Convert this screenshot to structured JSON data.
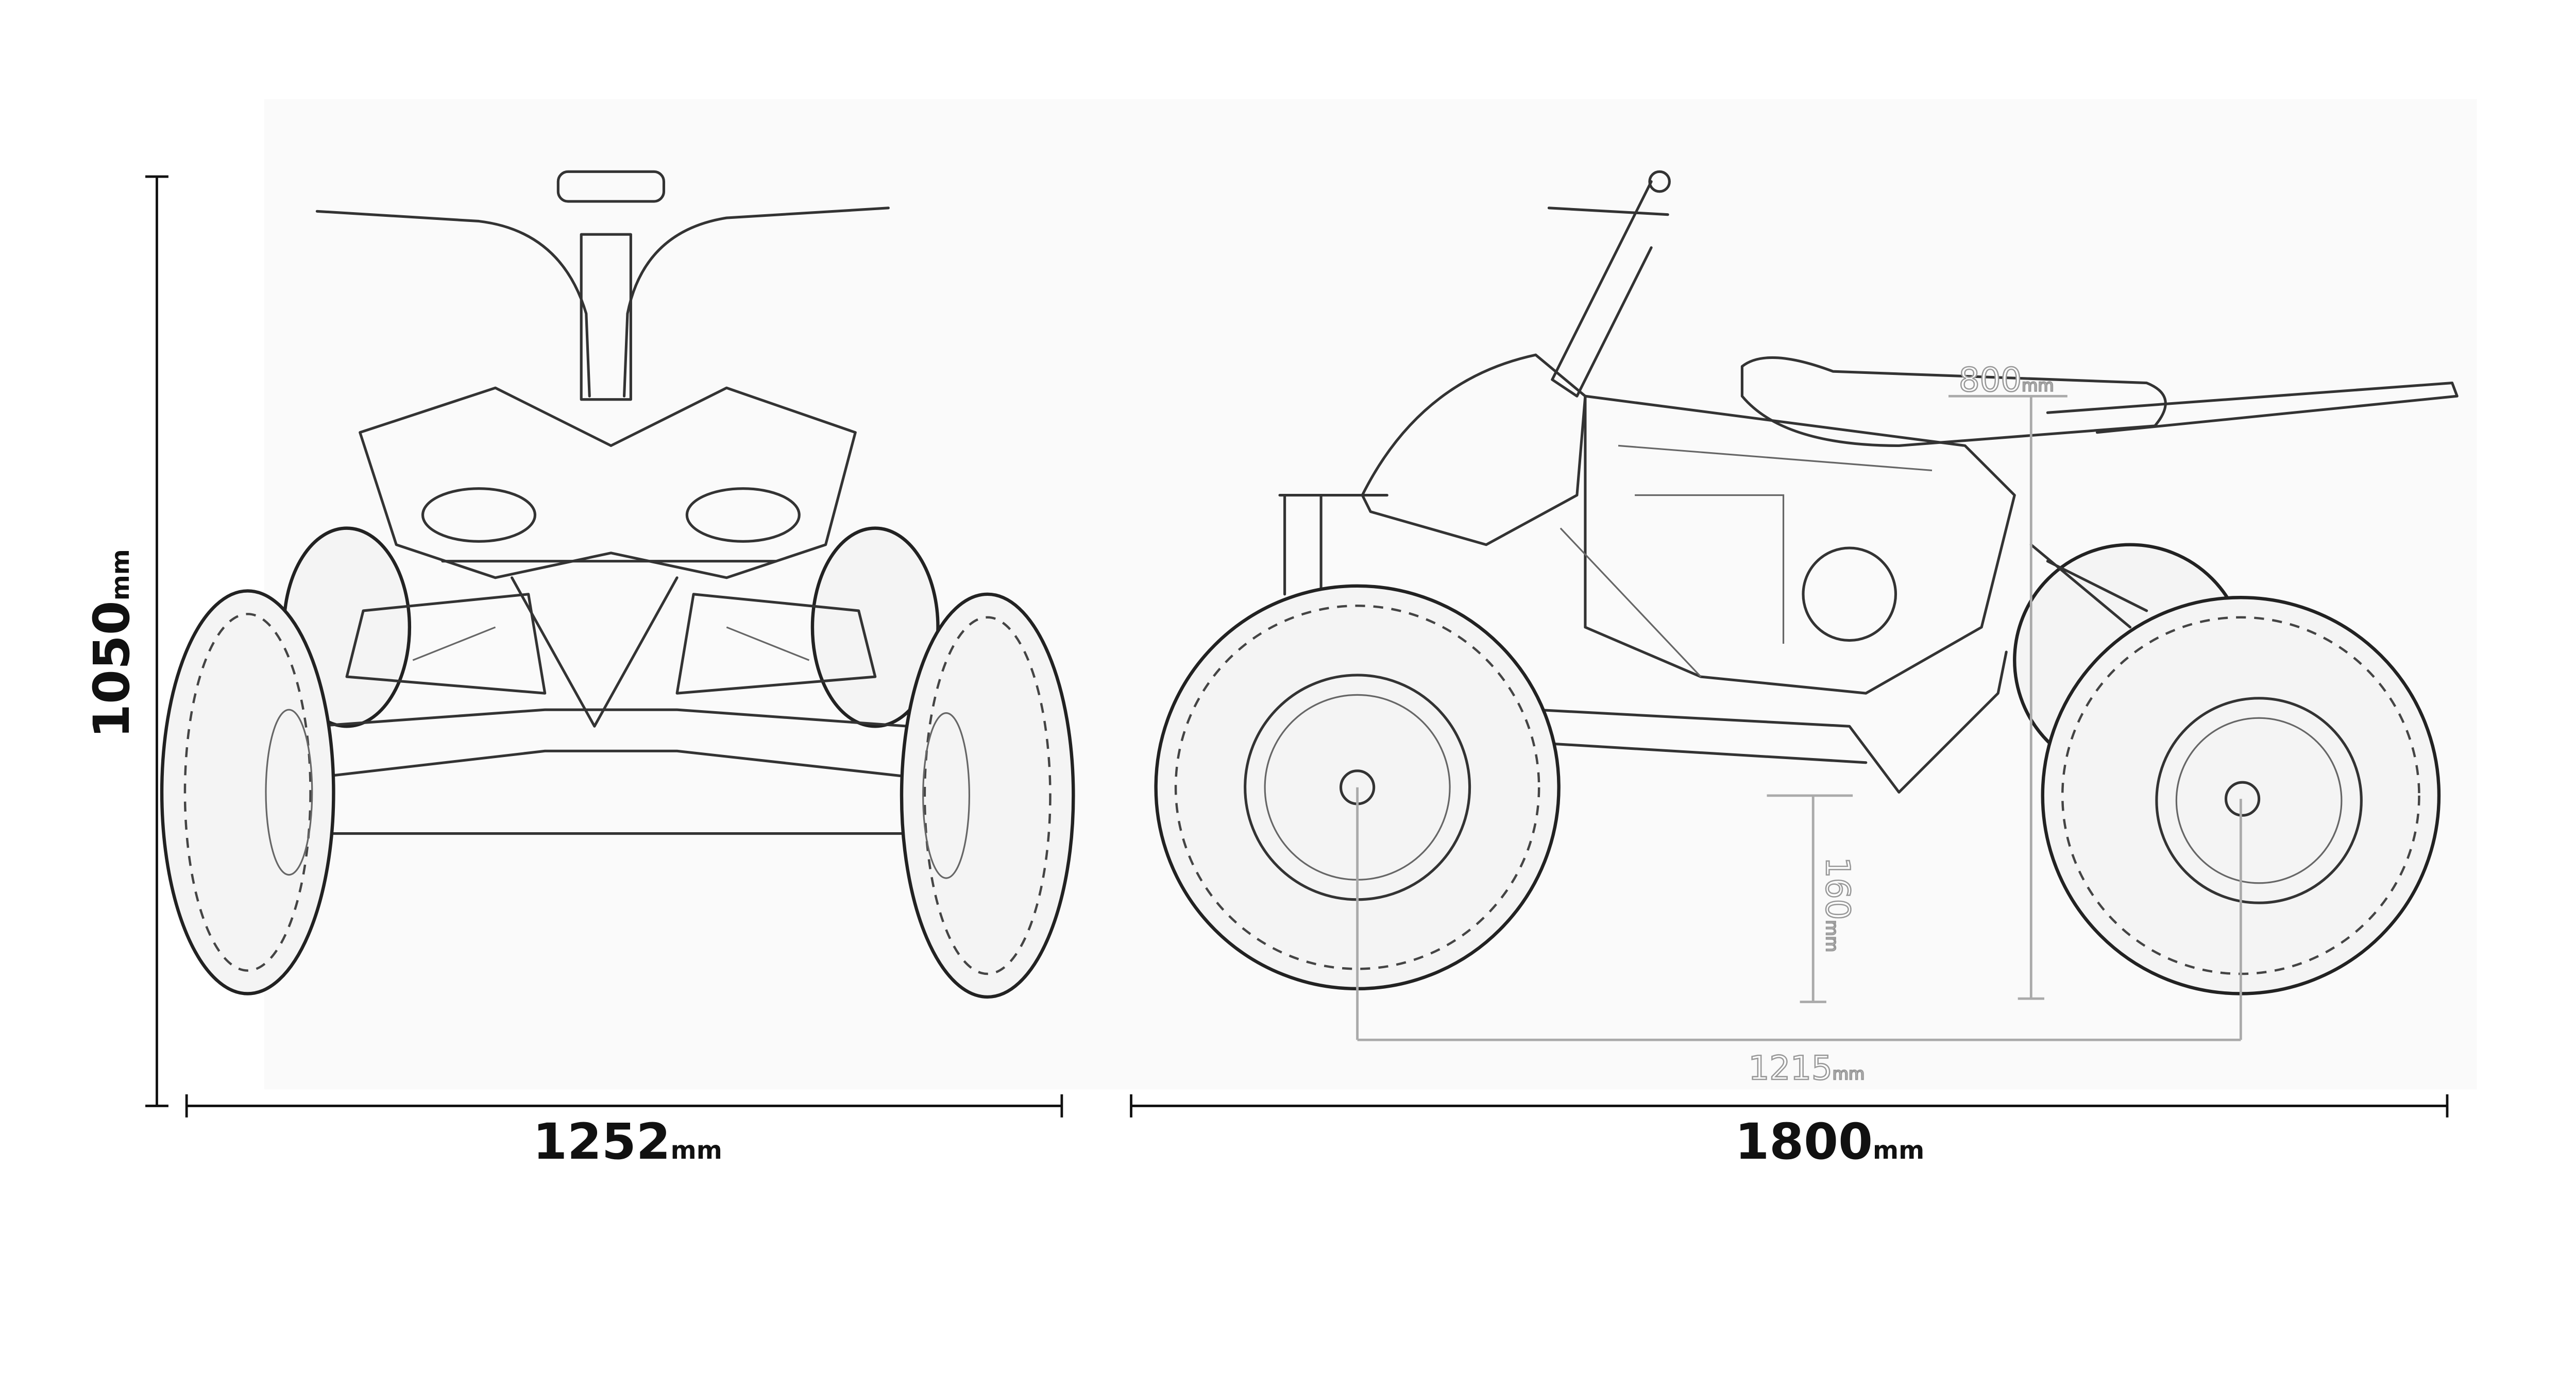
{
  "dimensions": {
    "height": {
      "value": "1050",
      "unit": "mm"
    },
    "width": {
      "value": "1252",
      "unit": "mm"
    },
    "length": {
      "value": "1800",
      "unit": "mm"
    },
    "wheelbase": {
      "value": "1215",
      "unit": "mm"
    },
    "ground_clearance": {
      "value": "160",
      "unit": "mm"
    },
    "seat_height": {
      "value": "800",
      "unit": "mm"
    }
  },
  "colors": {
    "line": "#111111",
    "ghost_line": "#aaaaaa",
    "sketch": "#333333"
  }
}
